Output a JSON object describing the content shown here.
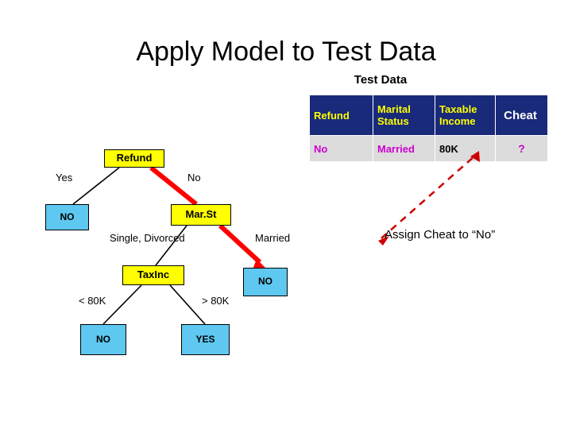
{
  "slide": {
    "title": "Apply Model to Test Data",
    "test_data_label": "Test Data",
    "assign_text": "Assign Cheat to “No”"
  },
  "test_table": {
    "headers": [
      "Refund",
      "Marital Status",
      "Taxable Income",
      "Cheat"
    ],
    "header_lines": [
      [
        "Refund"
      ],
      [
        "Marital",
        "Status"
      ],
      [
        "Taxable",
        "Income"
      ],
      [
        "Cheat"
      ]
    ],
    "rows": [
      {
        "refund": "No",
        "marital": "Married",
        "income": "80K",
        "cheat": "?"
      }
    ]
  },
  "tree": {
    "nodes": {
      "refund": "Refund",
      "no_left": "NO",
      "marst": "Mar.St",
      "taxinc": "TaxInc",
      "no_married": "NO",
      "no_lt80k": "NO",
      "yes_gt80k": "YES"
    },
    "edges": {
      "yes": "Yes",
      "no": "No",
      "single_divorced": "Single, Divorced",
      "married": "Married",
      "lt_80k": "< 80K",
      "gt_80k": "> 80K"
    }
  },
  "colors": {
    "attribute_node": "#ffff00",
    "leaf_node": "#5ec8f0",
    "table_header_bg": "#192a7b",
    "table_header_text": "#ffff00",
    "table_cell_bg": "#dcdcdc",
    "table_cell_text": "#cc00cc",
    "path_highlight": "#ff0000",
    "dashed_arrow": "#cc0000"
  }
}
